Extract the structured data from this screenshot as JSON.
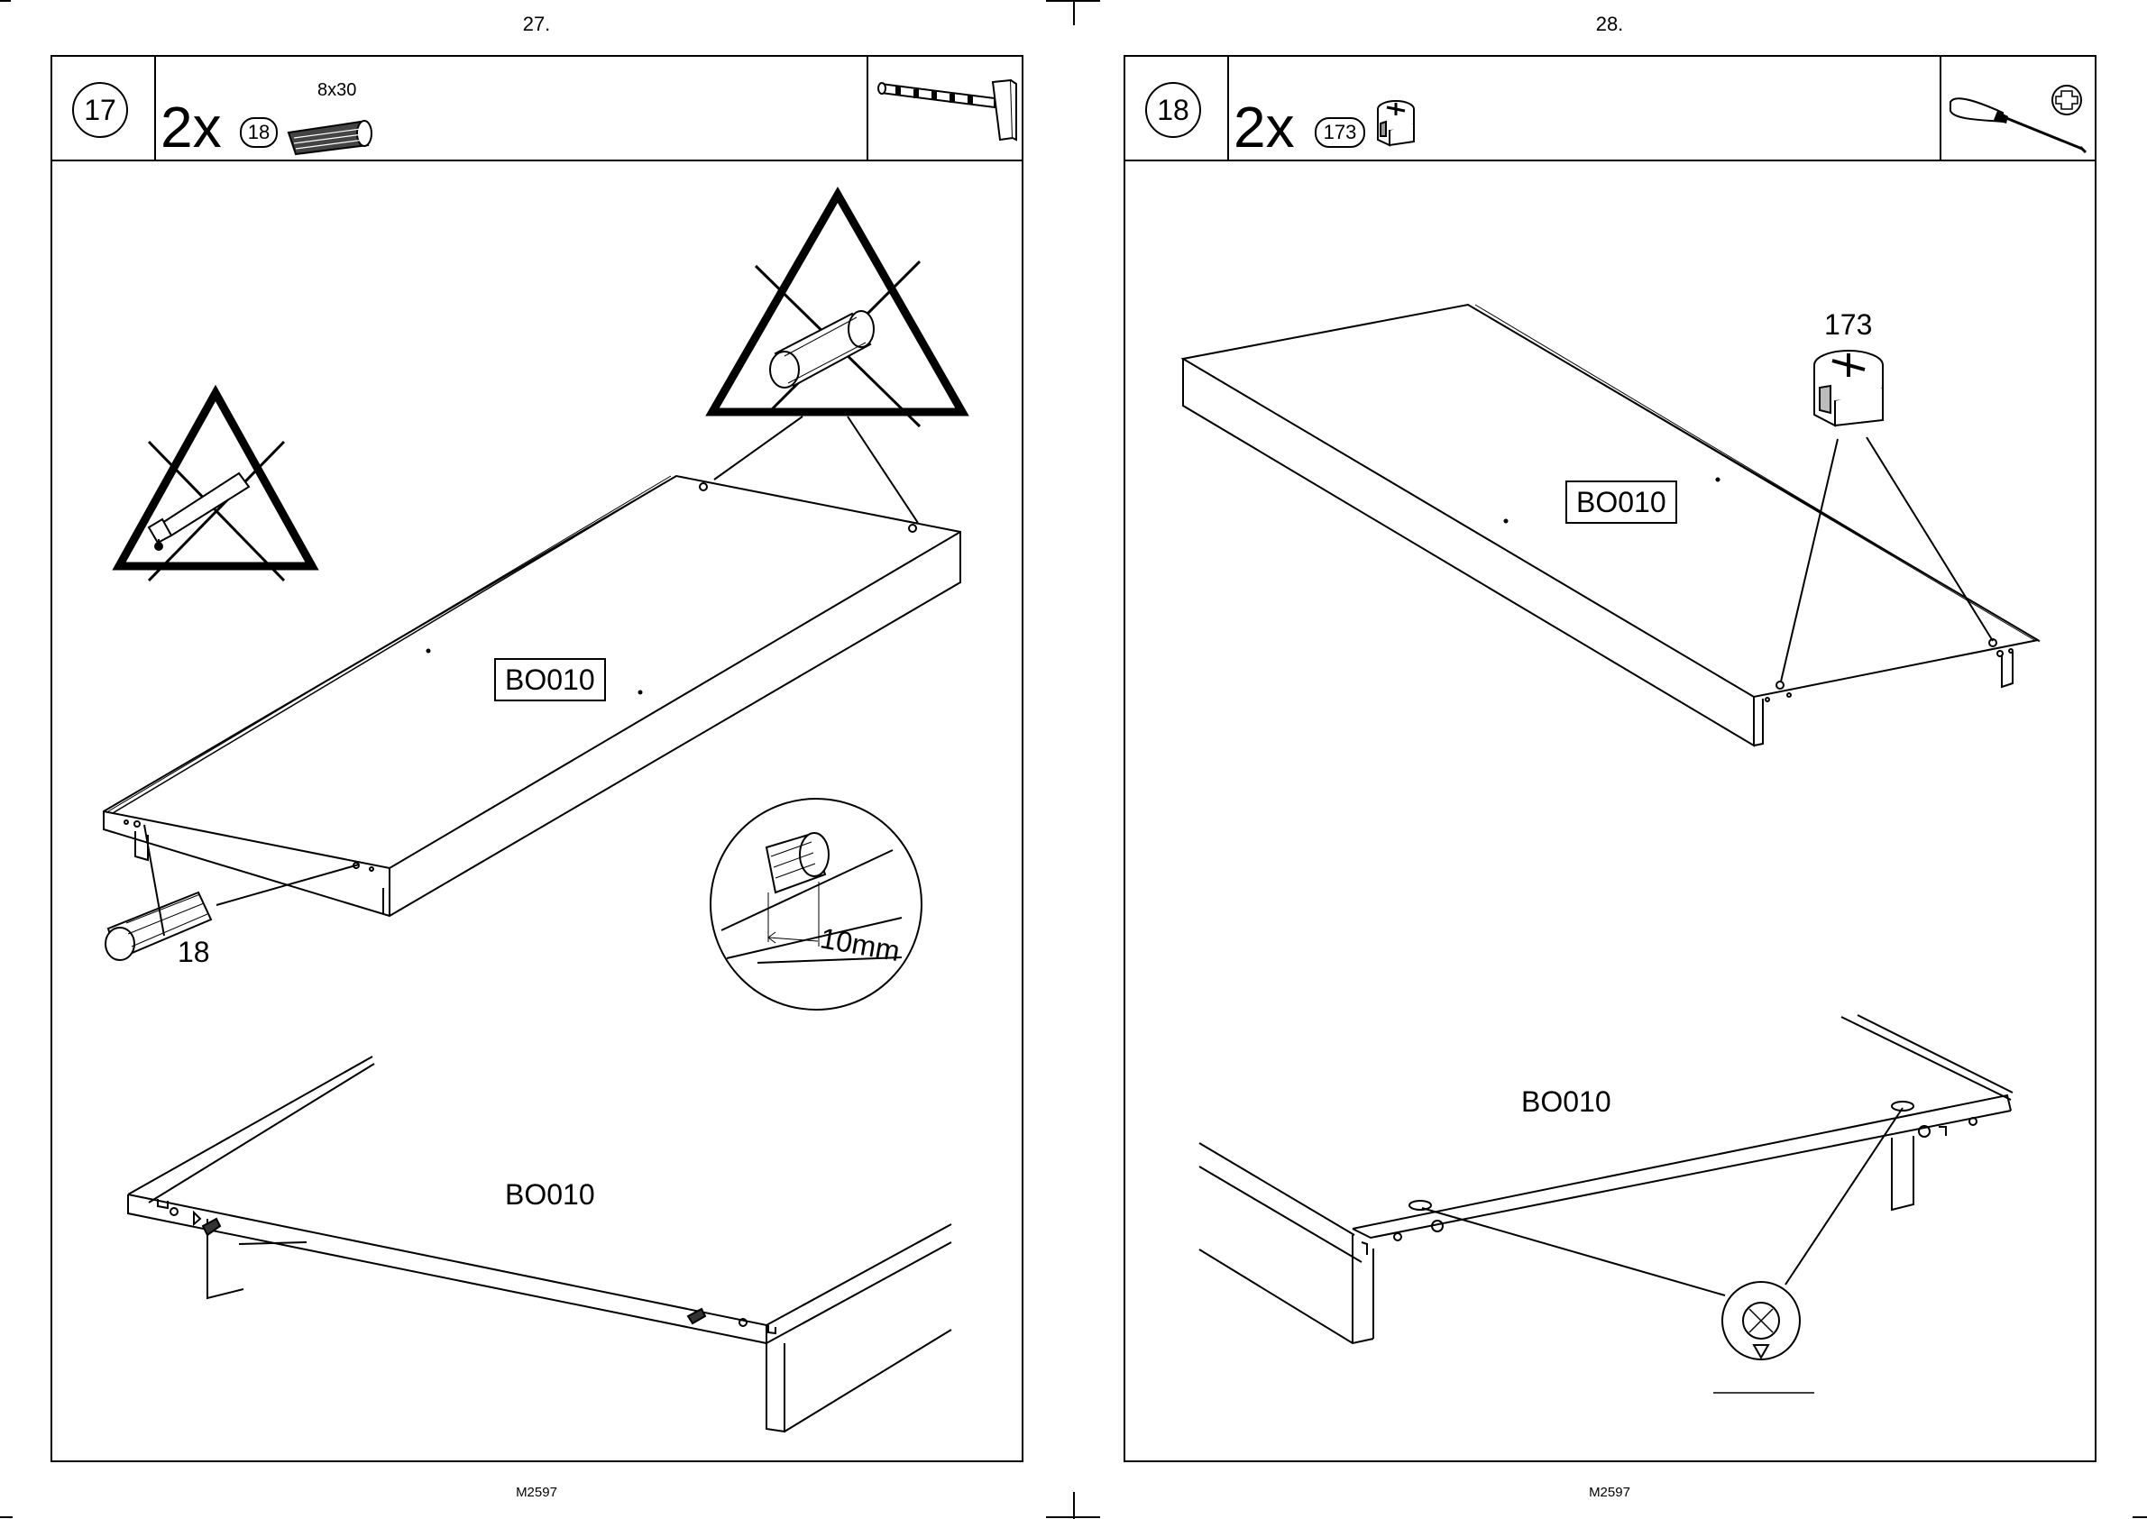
{
  "left_page": {
    "page_number": "27.",
    "footer_code": "M2597",
    "step": {
      "number": "17",
      "quantity": "2x",
      "part_number": "18",
      "part_size": "8x30",
      "part_icon": "wooden-dowel-icon",
      "tool_icon": "hammer-icon",
      "labels": {
        "panel_top": "BO010",
        "dowel_callout": "18",
        "depth_dimension": "10mm",
        "panel_bottom": "BO010"
      },
      "warnings": [
        "no-glue-warning-icon",
        "no-full-dowel-warning-icon"
      ]
    }
  },
  "right_page": {
    "page_number": "28.",
    "footer_code": "M2597",
    "step": {
      "number": "18",
      "quantity": "2x",
      "part_number": "173",
      "part_icon": "cam-lock-icon",
      "tool_icon": "phillips-screwdriver-icon",
      "labels": {
        "cam_callout": "173",
        "panel_top": "BO010",
        "panel_bottom": "BO010"
      }
    }
  }
}
